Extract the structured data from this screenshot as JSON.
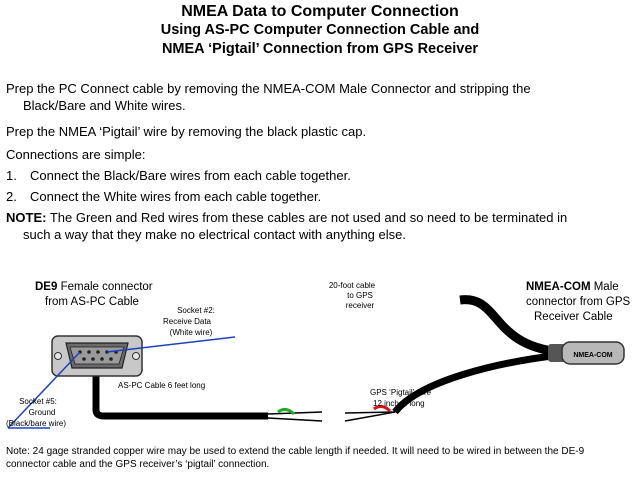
{
  "title": {
    "line1": "NMEA Data to Computer Connection",
    "line2": "Using AS-PC Computer Connection Cable and",
    "line3": "NMEA ‘Pigtail’ Connection from GPS Receiver"
  },
  "instructions": {
    "prep_pc_line1": "Prep the PC Connect cable by removing the NMEA-COM Male Connector and stripping the",
    "prep_pc_line2": "Black/Bare and White wires.",
    "prep_nmea": "Prep the NMEA ‘Pigtail’ wire by removing the black plastic cap.",
    "connections_intro": "Connections are simple:",
    "steps": [
      {
        "num": "1.",
        "text": "Connect the Black/Bare wires from each cable together."
      },
      {
        "num": "2.",
        "text": "Connect the White wires from each cable together."
      }
    ],
    "note_label": "NOTE:",
    "note_line1": " The Green and Red wires from these cables are not used and so need to be terminated in",
    "note_line2": "such a way that they make no electrical contact with anything else."
  },
  "diagram": {
    "de9_label_bold": "DE9",
    "de9_label_rest": " Female connector",
    "de9_label_line2": "from AS-PC Cable",
    "socket2_line1": "Socket  #2:",
    "socket2_line2": "Receive Data",
    "socket2_line3": "(White wire)",
    "socket5_line1": "Socket  #5:",
    "socket5_line2": "Ground",
    "socket5_line3": "(Black/bare wire)",
    "aspc_cable_label": "AS-PC Cable 6 feet long",
    "gps_cable_line1": "20-foot cable",
    "gps_cable_line2": "to GPS",
    "gps_cable_line3": "receiver",
    "nmeacom_label_bold": "NMEA-COM",
    "nmeacom_label_rest": " Male",
    "nmeacom_line2": "connector from GPS",
    "nmeacom_line3": "Receiver Cable",
    "connector_text": "NMEA-COM",
    "pigtail_line1": "GPS ‘Pigtail’ wire",
    "pigtail_line2": "12 inches long"
  },
  "footnote": {
    "line1": "Note: 24 gage stranded copper wire may be used to extend the cable length if needed.  It will need to be wired in between the DE-9",
    "line2": "connector cable and the GPS receiver’s ‘pigtail’ connection."
  },
  "colors": {
    "blue_wire": "#1f3fbf",
    "green_cap": "#22aa22",
    "red_cap": "#dd1111",
    "connector_gray": "#b8b8b8"
  }
}
